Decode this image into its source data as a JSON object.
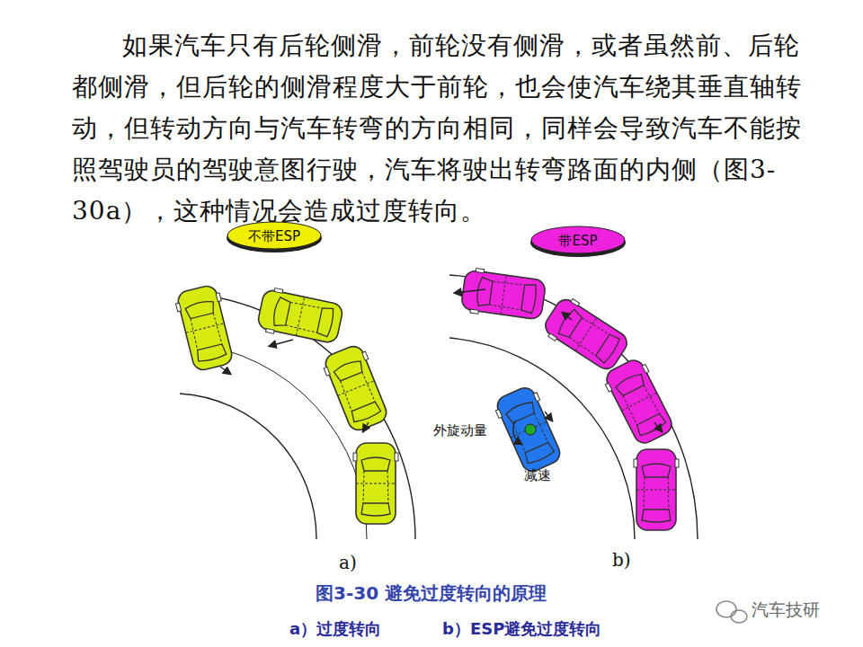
{
  "diagram": {
    "caption": "图3-30  避免过度转向的原理",
    "nodes": [
      {
        "text": [
          "不带ESP"
        ]
      },
      {
        "text": [
          "带ESP"
        ]
      }
    ],
    "labels": [
      "如果汽车只有后轮侧滑，前轮没有侧滑，或者虽然前、后轮都侧滑，但后轮的侧滑程度大于前轮，也会使汽车绕其垂直轴转动，但转动方向与汽车转弯的方向相同，同样会导致汽车不能按照驾驶员的驾驶意图行驶，汽车将驶出转弯路面的内侧（图3-30a），这种情况会造成过度转向。",
      "外旋动量",
      "减速",
      "a)",
      "b)",
      "a）过度转向",
      "b）ESP避免过度转向",
      "汽车技研"
    ]
  }
}
